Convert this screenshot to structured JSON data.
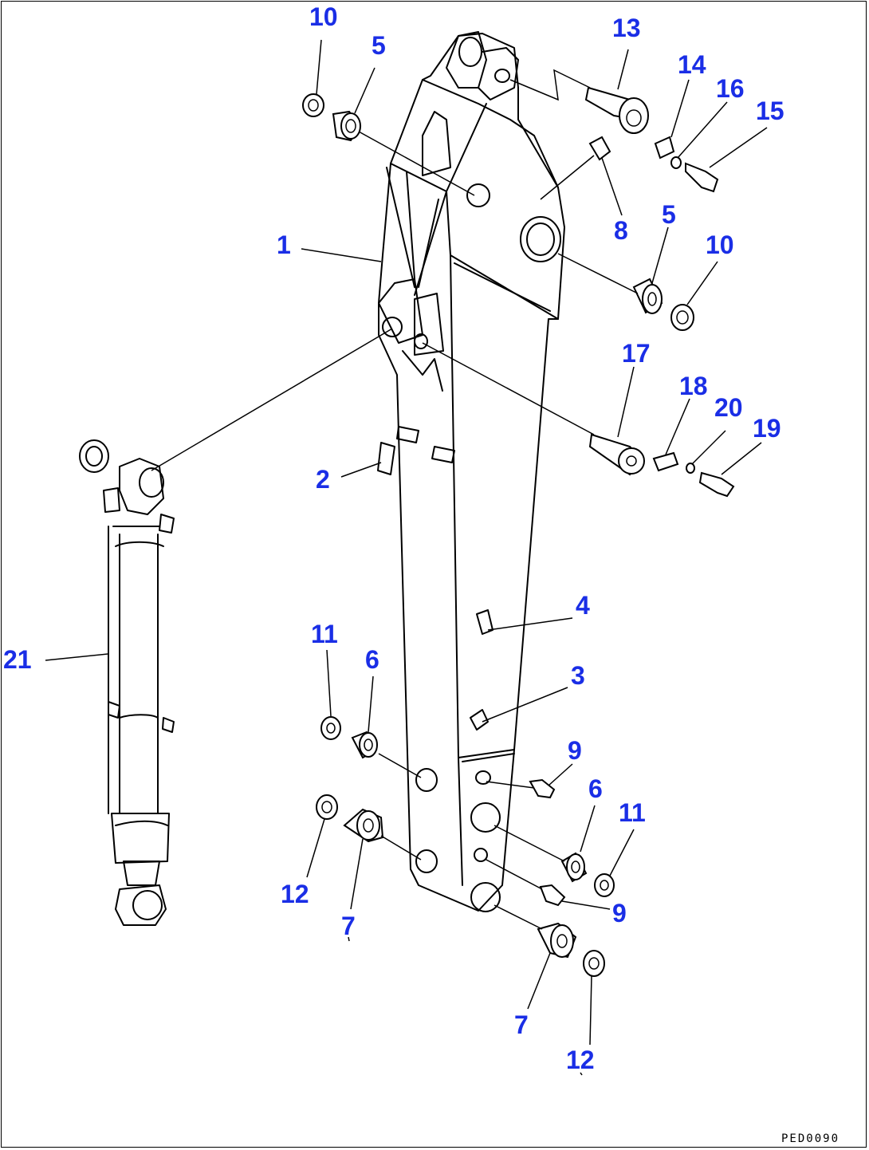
{
  "diagram": {
    "callouts": [
      "10",
      "5",
      "13",
      "14",
      "16",
      "15",
      "1",
      "8",
      "5",
      "10",
      "17",
      "18",
      "20",
      "19",
      "2",
      "21",
      "4",
      "11",
      "6",
      "3",
      "9",
      "6",
      "11",
      "12",
      "7",
      "9",
      "7",
      "12"
    ],
    "drawing_code": "PED0090"
  },
  "colors": {
    "callout": "#1a2ee6",
    "line": "#000000",
    "background": "#ffffff"
  }
}
